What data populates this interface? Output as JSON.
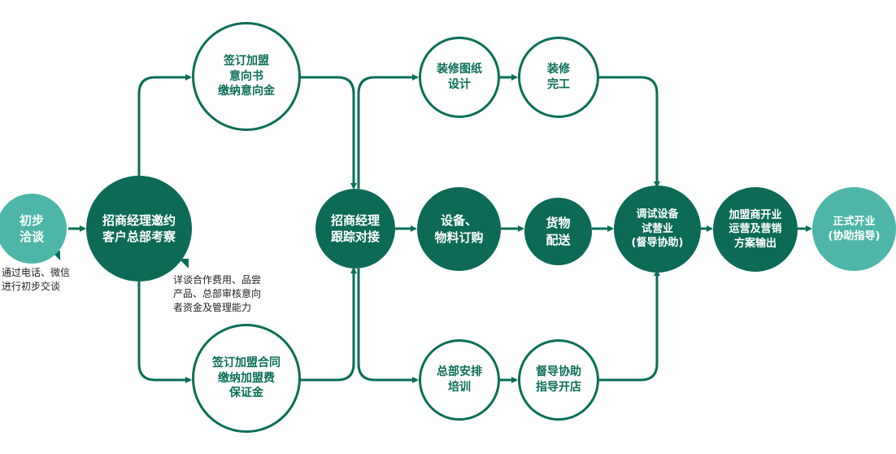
{
  "nodes": {
    "initial": "初步\n洽谈",
    "visit": "招商经理邀约\n客户总部考察",
    "intent": "签订加盟\n意向书\n缴纳意向金",
    "contract": "签订加盟合同\n缴纳加盟费\n保证金",
    "followup": "招商经理\n跟踪对接",
    "design": "装修图纸\n设计",
    "decoration_done": "装修\n完工",
    "equipment": "设备、\n物料订购",
    "delivery": "货物\n配送",
    "training": "总部安排\n培训",
    "supervise": "督导协助\n指导开店",
    "trial": "调试设备\n试营业\n(督导协助)",
    "operation": "加盟商开业\n运营及营销\n方案输出",
    "opening": "正式开业\n(协助指导)"
  },
  "notes": {
    "contact": "通过电话、微信\n进行初步交谈",
    "review": "详谈合作费用、品尝\n产品、总部审核意向\n者资金及管理能力"
  },
  "colors": {
    "line": "#0a6e58",
    "dark_fill": "#0c6a57",
    "light_fill": "#4db6a8",
    "outline": "#0a6e58"
  }
}
